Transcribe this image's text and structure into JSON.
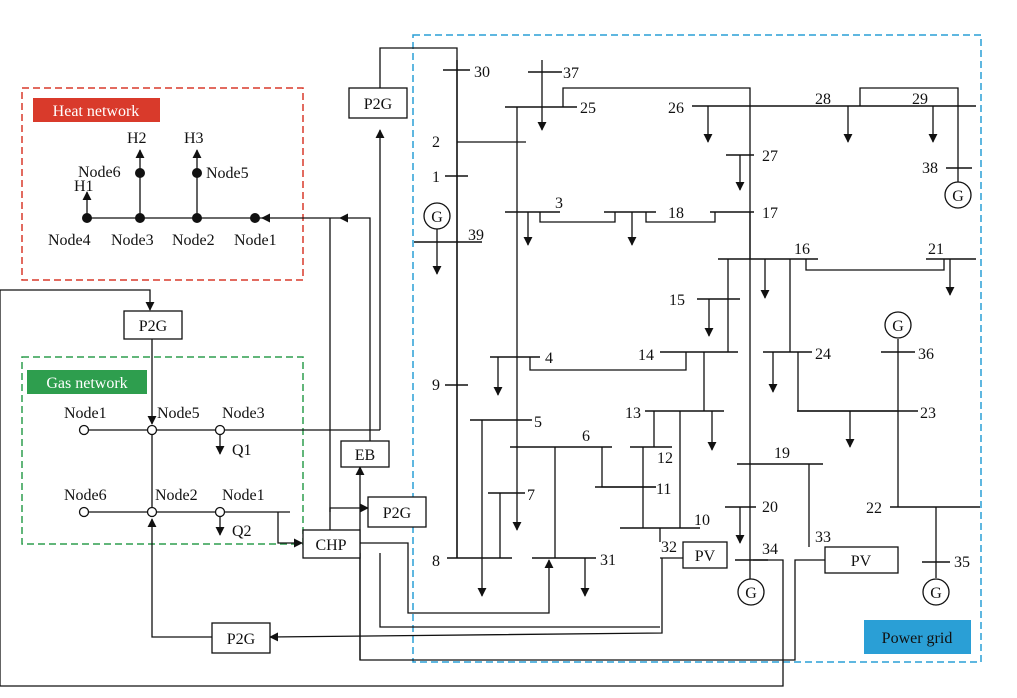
{
  "regions": {
    "heat": {
      "label": "Heat network",
      "color": "#d93a2b"
    },
    "gas": {
      "label": "Gas network",
      "color": "#2e9e4e"
    },
    "power": {
      "label": "Power grid",
      "color": "#2a9fd6"
    }
  },
  "devices": {
    "p2g_top": "P2G",
    "p2g_left": "P2G",
    "p2g_mid": "P2G",
    "p2g_bottom": "P2G",
    "eb": "EB",
    "chp": "CHP",
    "pv_32": "PV",
    "pv_33": "PV",
    "gen": "G"
  },
  "heat_nodes": {
    "node1": "Node1",
    "node2": "Node2",
    "node3": "Node3",
    "node4": "Node4",
    "node5": "Node5",
    "node6": "Node6",
    "h1": "H1",
    "h2": "H2",
    "h3": "H3"
  },
  "gas_nodes": {
    "node1": "Node1",
    "node2": "Node2",
    "node3": "Node3",
    "node5": "Node5",
    "node6": "Node6",
    "node1b": "Node1",
    "q1": "Q1",
    "q2": "Q2"
  },
  "buses": {
    "b1": "1",
    "b2": "2",
    "b3": "3",
    "b4": "4",
    "b5": "5",
    "b6": "6",
    "b7": "7",
    "b8": "8",
    "b9": "9",
    "b10": "10",
    "b11": "11",
    "b12": "12",
    "b13": "13",
    "b14": "14",
    "b15": "15",
    "b16": "16",
    "b17": "17",
    "b18": "18",
    "b19": "19",
    "b20": "20",
    "b21": "21",
    "b22": "22",
    "b23": "23",
    "b24": "24",
    "b25": "25",
    "b26": "26",
    "b27": "27",
    "b28": "28",
    "b29": "29",
    "b30": "30",
    "b31": "31",
    "b32": "32",
    "b33": "33",
    "b34": "34",
    "b35": "35",
    "b36": "36",
    "b37": "37",
    "b38": "38",
    "b39": "39"
  }
}
